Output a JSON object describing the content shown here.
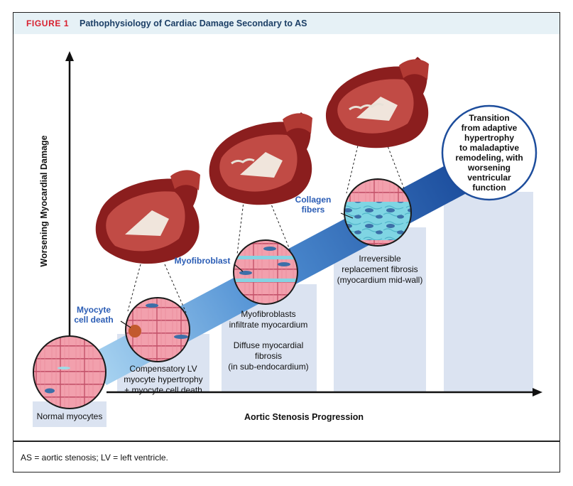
{
  "figure": {
    "label": "FIGURE 1",
    "title": "Pathophysiology of Cardiac Damage Secondary to AS"
  },
  "axes": {
    "y_label": "Worsening Myocardial Damage",
    "x_label": "Aortic Stenosis Progression"
  },
  "stages": {
    "normal": "Normal myocytes",
    "compensatory": [
      "Compensatory LV",
      "myocyte hypertrophy",
      "+ myocyte cell death"
    ],
    "myofibroblasts": [
      "Myofibroblasts",
      "infiltrate myocardium"
    ],
    "diffuse": [
      "Diffuse myocardial",
      "fibrosis",
      "(in sub-endocardium)"
    ],
    "replacement": [
      "Irreversible",
      "replacement fibrosis",
      "(myocardium mid-wall)"
    ]
  },
  "callouts": {
    "cell_death": [
      "Myocyte",
      "cell death"
    ],
    "myofibroblast": "Myofibroblast",
    "collagen": [
      "Collagen",
      "fibers"
    ]
  },
  "transition": [
    "Transition",
    "from adaptive",
    "hypertrophy",
    "to maladaptive",
    "remodeling, with",
    "worsening",
    "ventricular",
    "function"
  ],
  "footnote": "AS = aortic stenosis; LV = left ventricle.",
  "colors": {
    "accent_red": "#d8202f",
    "title_navy": "#1c3f66",
    "title_bg": "#e6f1f6",
    "callout_blue": "#2b5db5",
    "arrow_start": "#9ccbec",
    "arrow_end": "#1d4d9c",
    "panel_bg": "#dbe3f1"
  }
}
